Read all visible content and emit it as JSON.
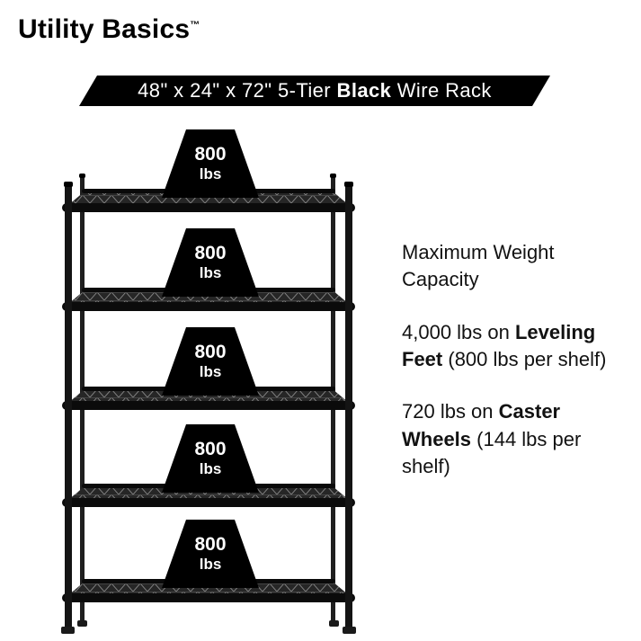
{
  "brand": {
    "name": "Utility Basics",
    "trademark": "™"
  },
  "banner": {
    "prefix": "48\" x 24\" x 72\" 5-Tier ",
    "bold": "Black",
    "suffix": " Wire Rack"
  },
  "shelves": [
    {
      "value": "800",
      "unit": "lbs"
    },
    {
      "value": "800",
      "unit": "lbs"
    },
    {
      "value": "800",
      "unit": "lbs"
    },
    {
      "value": "800",
      "unit": "lbs"
    },
    {
      "value": "800",
      "unit": "lbs"
    }
  ],
  "info": {
    "heading": "Maximum Weight Capacity",
    "leveling": {
      "pre": "4,000 lbs on ",
      "bold": "Leveling Feet",
      "post": " (800 lbs per shelf)"
    },
    "caster": {
      "pre": "720 lbs on ",
      "bold": "Caster Wheels",
      "post": " (144 lbs per shelf)"
    }
  },
  "colors": {
    "background": "#ffffff",
    "banner_bg": "#000000",
    "weight_tag_bg": "#000000",
    "text": "#121212",
    "banner_text": "#ffffff"
  }
}
